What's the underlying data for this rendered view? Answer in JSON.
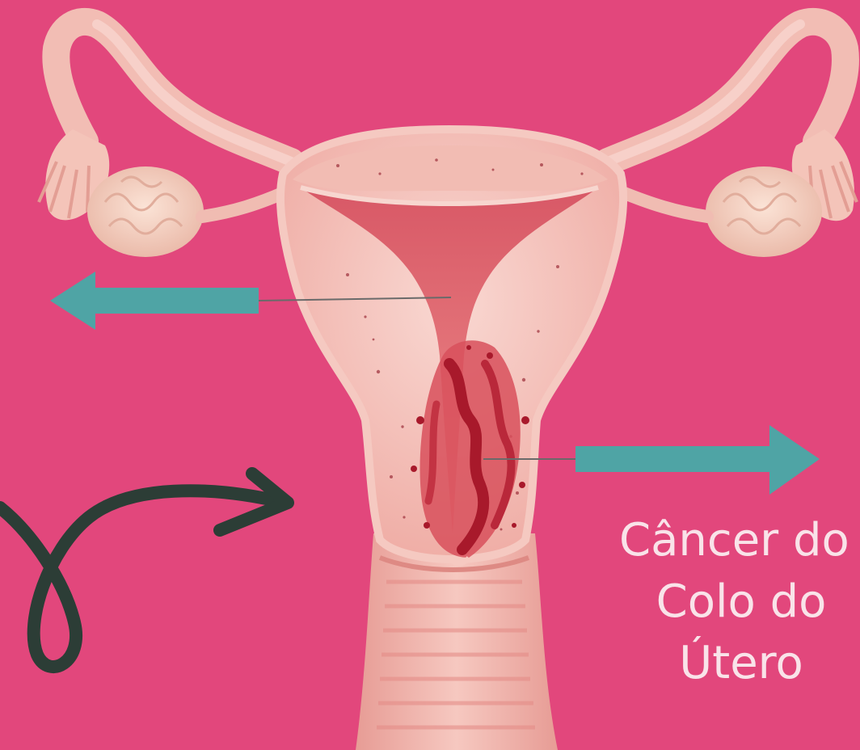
{
  "colors": {
    "background": "#e2477c",
    "tissue_light": "#f6cdc7",
    "tissue_mid": "#ee9f98",
    "lining": "#e5737a",
    "lesion": "#c42a3a",
    "ovary": "#f5d2c3",
    "arrow_teal": "#4fa4a5",
    "curl_arrow": "#2c3d36",
    "label_text": "#f9e3e9"
  },
  "label": {
    "line1": "Câncer do",
    "line2": "Colo do",
    "line3": "Útero"
  },
  "icons": {
    "left_arrow": "arrow-left-icon",
    "right_arrow": "arrow-right-icon",
    "curl_arrow": "curly-arrow-icon"
  }
}
